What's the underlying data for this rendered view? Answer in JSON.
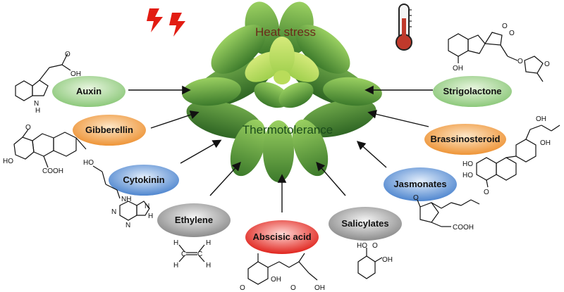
{
  "center": {
    "top_label": "Heat stress",
    "bottom_label": "Thermotolerance"
  },
  "hormones": {
    "auxin": "Auxin",
    "gibberellin": "Gibberellin",
    "cytokinin": "Cytokinin",
    "ethylene": "Ethylene",
    "abscisic_acid": "Abscisic acid",
    "salicylates": "Salicylates",
    "jasmonates": "Jasmonates",
    "brassinosteroid": "Brassinosteroid",
    "strigolactone": "Strigolactone"
  },
  "atoms": {
    "oh": "OH",
    "o": "O",
    "h": "H",
    "n": "N",
    "nh": "NH",
    "cooh": "COOH",
    "c": "C",
    "ho": "HO"
  },
  "colors": {
    "green": "#9fd08c",
    "orange": "#f2a04a",
    "blue": "#5b8fd1",
    "gray": "#9a9a9a",
    "red": "#e8302a",
    "leaf_dark": "#3d7a2c",
    "leaf_light": "#8cc453"
  },
  "icons": [
    "lightning-icon",
    "thermometer-icon"
  ]
}
